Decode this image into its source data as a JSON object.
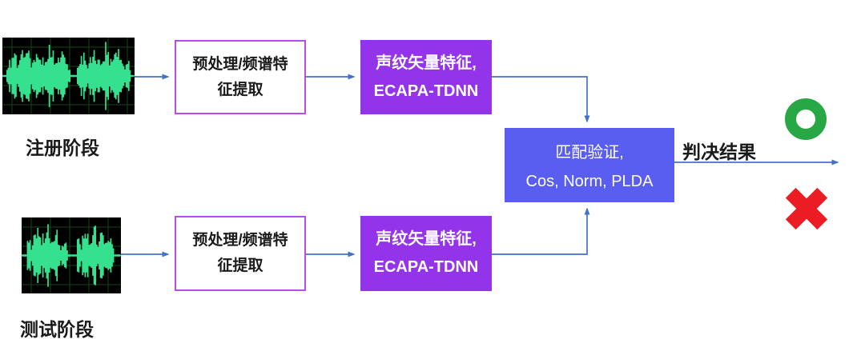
{
  "labels": {
    "enroll_stage": "注册阶段",
    "test_stage": "测试阶段",
    "result": "判决结果"
  },
  "boxes": {
    "enroll_preprocess": {
      "lines": [
        "预处理/频谱特",
        "征提取"
      ]
    },
    "enroll_embedding": {
      "lines": [
        "声纹矢量特征,",
        "ECAPA-TDNN"
      ]
    },
    "test_preprocess": {
      "lines": [
        "预处理/频谱特",
        "征提取"
      ]
    },
    "test_embedding": {
      "lines": [
        "声纹矢量特征,",
        "ECAPA-TDNN"
      ]
    },
    "matching": {
      "lines": [
        "匹配验证,",
        "Cos, Norm, PLDA"
      ]
    }
  },
  "icons": {
    "enroll_input": "audio-waveform",
    "test_input": "audio-waveform",
    "accept": "green-ring",
    "reject": "red-cross"
  },
  "colors": {
    "arrow": "#4472C4",
    "white_box_border": "#B94DE8",
    "purple_box_fill": "#9333EA",
    "blue_box_fill": "#5A5EF0",
    "waveform_green": "#35E08E",
    "waveform_background": "#000000",
    "accept_green": "#27A845",
    "reject_red": "#EC1C24",
    "label_text": "#1a1a1a"
  }
}
